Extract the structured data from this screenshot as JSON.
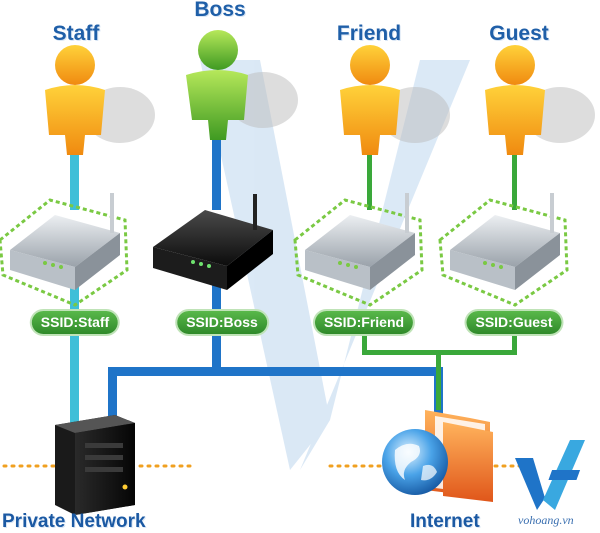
{
  "users": [
    {
      "label": "Staff",
      "color": "#f5a623"
    },
    {
      "label": "Boss",
      "color": "#5fae2e"
    },
    {
      "label": "Friend",
      "color": "#f5a623"
    },
    {
      "label": "Guest",
      "color": "#f5a623"
    }
  ],
  "access_points": [
    {
      "ssid": "SSID:Staff",
      "style": "grey"
    },
    {
      "ssid": "SSID:Boss",
      "style": "black"
    },
    {
      "ssid": "SSID:Friend",
      "style": "grey"
    },
    {
      "ssid": "SSID:Guest",
      "style": "grey"
    }
  ],
  "destinations": {
    "private": "Private Network",
    "internet": "Internet"
  },
  "watermark": "vohoang.vn",
  "colors": {
    "cyan_link": "#3fbfd8",
    "blue_link": "#1f74c8",
    "green_link": "#3aa83a",
    "label_blue": "#1f5fa8",
    "dotted": "#f0a020"
  }
}
